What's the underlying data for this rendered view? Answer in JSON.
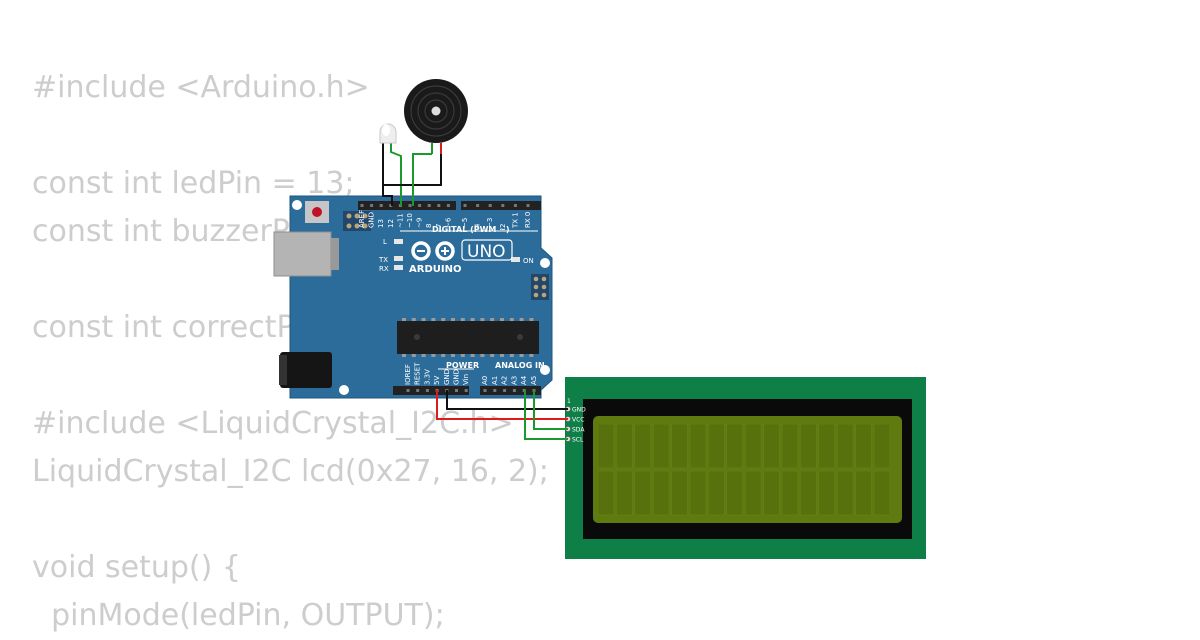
{
  "code": {
    "lines": [
      "#include <Arduino.h>",
      "",
      "const int ledPin = 13;",
      "const int buzzerPin = 12;",
      "",
      "const int correctP",
      "",
      "#include <LiquidCrystal_I2C.h>",
      "LiquidCrystal_I2C lcd(0x27, 16, 2);",
      "",
      "void setup() {",
      "  pinMode(ledPin, OUTPUT);"
    ]
  },
  "arduino": {
    "brand": "ARDUINO",
    "model": "UNO",
    "digital_label": "DIGITAL (PWM ~)",
    "power_label": "POWER",
    "analog_label": "ANALOG IN",
    "on_label": "ON",
    "l_label": "L",
    "tx_label": "TX",
    "rx_label": "RX",
    "digital_pins": [
      "AREF",
      "GND",
      "13",
      "12",
      "~11",
      "~10",
      "~9",
      "8",
      "7",
      "~6",
      "~5",
      "4",
      "~3",
      "2",
      "TX 1",
      "RX 0"
    ],
    "power_pins": [
      "IOREF",
      "RESET",
      "3.3V",
      "5V",
      "GND",
      "GND",
      "Vin"
    ],
    "analog_pins": [
      "A0",
      "A1",
      "A2",
      "A3",
      "A4",
      "A5"
    ]
  },
  "lcd": {
    "pin_number": "1",
    "pins": [
      "GND",
      "VCC",
      "SDA",
      "SCL"
    ],
    "columns": 16,
    "rows": 2
  },
  "colors": {
    "board": "#2c6c9a",
    "lcd_pcb": "#0d7f47",
    "lcd_screen": "#5f7a0e",
    "wire_green": "#1a9a2c",
    "wire_red": "#e01a1a",
    "wire_black": "#111111"
  }
}
